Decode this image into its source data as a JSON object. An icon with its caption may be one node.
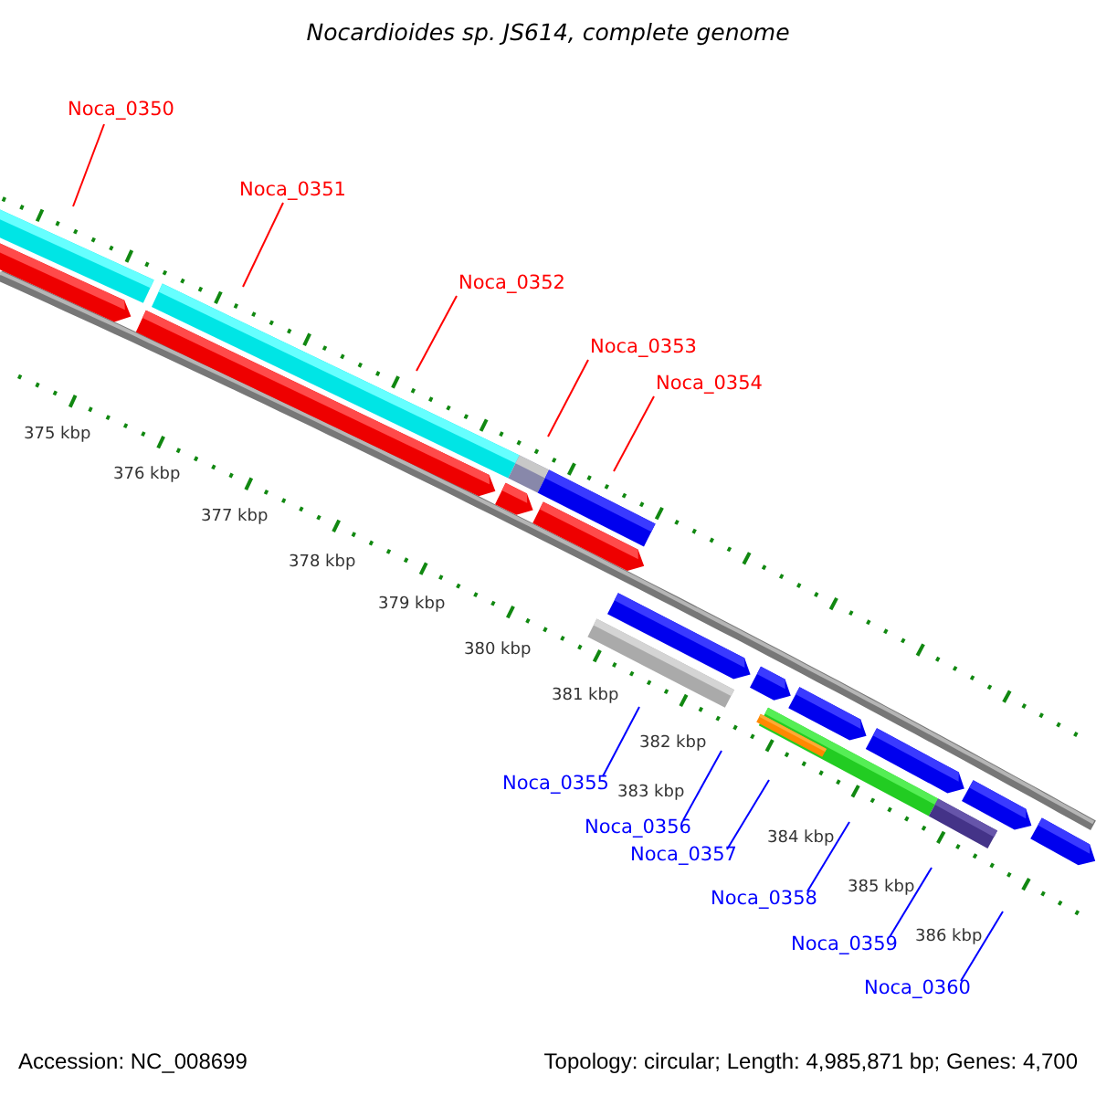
{
  "diagram": {
    "title": "Nocardioides sp. JS614, complete genome",
    "nodes": [
      {
        "text": [
          "Noca_0350"
        ]
      },
      {
        "text": [
          "Noca_0351"
        ]
      },
      {
        "text": [
          "Noca_0352"
        ]
      },
      {
        "text": [
          "Noca_0353"
        ]
      },
      {
        "text": [
          "Noca_0354"
        ]
      },
      {
        "text": [
          "Noca_0355"
        ]
      },
      {
        "text": [
          "Noca_0356"
        ]
      },
      {
        "text": [
          "Noca_0357"
        ]
      },
      {
        "text": [
          "Noca_0358"
        ]
      },
      {
        "text": [
          "Noca_0359"
        ]
      },
      {
        "text": [
          "Noca_0360"
        ]
      }
    ],
    "edges": [
      {
        "from": 0,
        "to": null,
        "arrow": "none",
        "color": "#ff0000"
      },
      {
        "from": 1,
        "to": null,
        "arrow": "none",
        "color": "#ff0000"
      },
      {
        "from": 2,
        "to": null,
        "arrow": "none",
        "color": "#ff0000"
      },
      {
        "from": 3,
        "to": null,
        "arrow": "none",
        "color": "#ff0000"
      },
      {
        "from": 4,
        "to": null,
        "arrow": "none",
        "color": "#ff0000"
      },
      {
        "from": 5,
        "to": null,
        "arrow": "none"
      },
      {
        "from": 6,
        "to": null,
        "arrow": "none"
      },
      {
        "from": 7,
        "to": null,
        "arrow": "none"
      },
      {
        "from": 8,
        "to": null,
        "arrow": "none"
      },
      {
        "from": 9,
        "to": null,
        "arrow": "none"
      },
      {
        "from": 10,
        "to": null,
        "arrow": "none"
      }
    ],
    "labels": [
      "375 kbp",
      "376 kbp",
      "377 kbp",
      "378 kbp",
      "379 kbp",
      "380 kbp",
      "381 kbp",
      "382 kbp",
      "383 kbp",
      "384 kbp",
      "385 kbp",
      "386 kbp",
      "Accession: NC_008699",
      "Topology: circular; Length: 4,985,871 bp; Genes: 4,700"
    ]
  }
}
